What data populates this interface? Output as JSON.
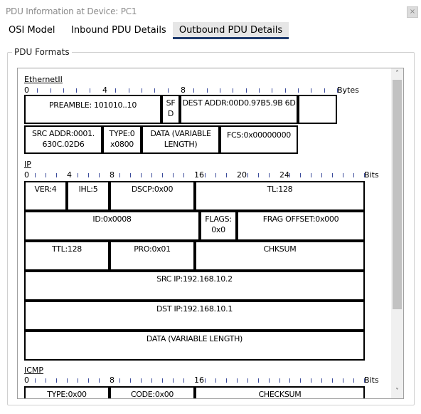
{
  "window": {
    "title": "PDU Information at Device: PC1",
    "close_glyph": "×"
  },
  "tabs": [
    {
      "label": "OSI Model",
      "active": false
    },
    {
      "label": "Inbound PDU Details",
      "active": false
    },
    {
      "label": "Outbound PDU Details",
      "active": true
    }
  ],
  "panel": {
    "label": "PDU Formats"
  },
  "ethernet": {
    "title": "EthernetII",
    "ruler_labels": [
      "0",
      "4",
      "8"
    ],
    "unit": "Bytes",
    "fields": {
      "preamble": "PREAMBLE: 101010..10",
      "sfd": "SF D",
      "dest_addr": "DEST ADDR:00D0.97B5.9B 6D",
      "src_addr": "SRC ADDR:0001. 630C.02D6",
      "type": "TYPE:0 x0800",
      "data": "DATA (VARIABLE LENGTH)",
      "fcs": "FCS:0x00000000"
    }
  },
  "ip": {
    "title": "IP",
    "ruler_labels": [
      "0",
      "4",
      "8",
      "16",
      "20",
      "24"
    ],
    "unit": "Bits",
    "fields": {
      "ver": "VER:4",
      "ihl": "IHL:5",
      "dscp": "DSCP:0x00",
      "tl": "TL:128",
      "id": "ID:0x0008",
      "flags": "FLAGS: 0x0",
      "frag_offset": "FRAG OFFSET:0x000",
      "ttl": "TTL:128",
      "pro": "PRO:0x01",
      "chksum": "CHKSUM",
      "src_ip": "SRC IP:192.168.10.2",
      "dst_ip": "DST IP:192.168.10.1",
      "data": "DATA (VARIABLE LENGTH)"
    }
  },
  "icmp": {
    "title": "ICMP",
    "ruler_labels": [
      "0",
      "8",
      "16"
    ],
    "unit": "Bits",
    "fields": {
      "type": "TYPE:0x00",
      "code": "CODE:0x00",
      "checksum": "CHECKSUM"
    }
  },
  "scrollbar": {
    "up_glyph": "˄",
    "down_glyph": "˅"
  }
}
